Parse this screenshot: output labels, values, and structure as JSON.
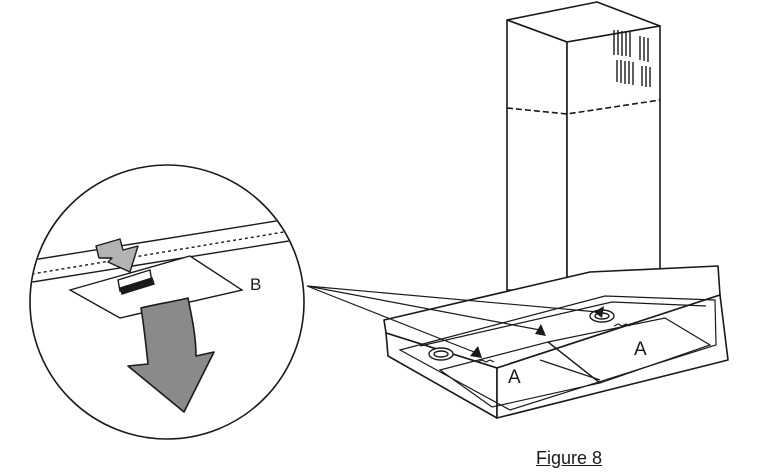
{
  "labels": {
    "b": "B",
    "a_left": "A",
    "a_right": "A"
  },
  "caption": "Figure 8",
  "colors": {
    "line": "#1a1a1a",
    "arrow_fill": "#8a8a8a",
    "arrow_fill_light": "#b3b3b3",
    "background": "#ffffff"
  },
  "icons": {
    "push_arrow": "down-arrow-icon",
    "filter_pull_arrow": "curved-down-arrow-icon"
  }
}
